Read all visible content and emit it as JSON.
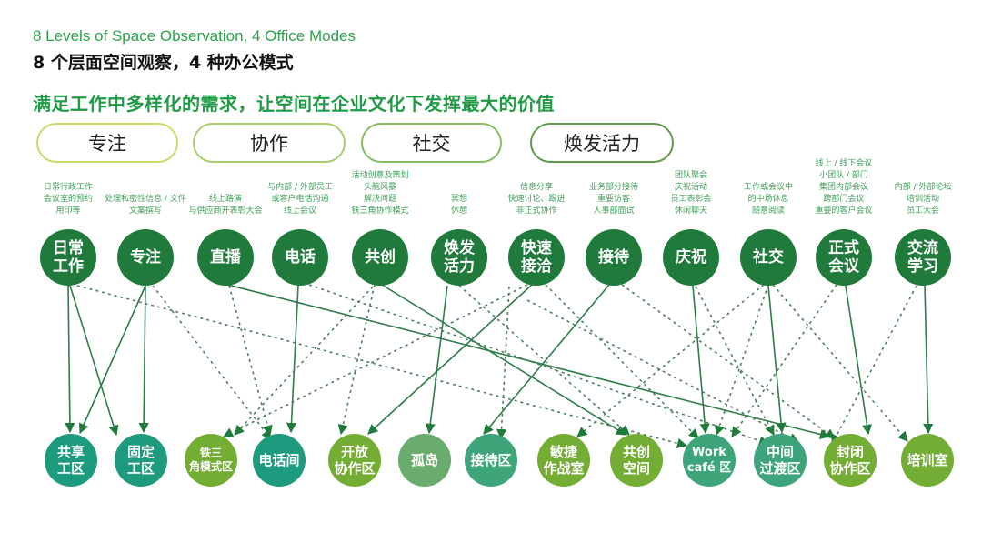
{
  "header": {
    "en_title": "8 Levels of Space Observation, 4 Office Modes",
    "cn_title": "8 个层面空间观察，4 种办公模式",
    "subtitle": "满足工作中多样化的需求，让空间在企业文化下发挥最大的价值"
  },
  "modes": [
    {
      "label": "专注",
      "color": "#c9dc6a"
    },
    {
      "label": "协作",
      "color": "#a9cc6a"
    },
    {
      "label": "社交",
      "color": "#86bc63"
    },
    {
      "label": "焕发活力",
      "color": "#5f9a4e"
    }
  ],
  "activities": [
    {
      "label": "日常\n工作",
      "desc": "日常行政工作\n会议室的预约\n用印等"
    },
    {
      "label": "专注",
      "desc": "处理私密性信息 / 文件\n文案撰写"
    },
    {
      "label": "直播",
      "desc": "线上路演\n与供应商开表彰大会"
    },
    {
      "label": "电话",
      "desc": "与内部 / 外部员工\n或客户电话沟通\n线上会议"
    },
    {
      "label": "共创",
      "desc": "活动创意及策划\n头脑风暴\n解决问题\n铁三角协作模式"
    },
    {
      "label": "焕发\n活力",
      "desc": "冥想\n休憩"
    },
    {
      "label": "快速\n接洽",
      "desc": "信息分享\n快速讨论、跟进\n非正式协作"
    },
    {
      "label": "接待",
      "desc": "业务部分接待\n重要访客\n人事部面试"
    },
    {
      "label": "庆祝",
      "desc": "团队聚会\n庆祝活动\n员工表彰会\n休闲聊天"
    },
    {
      "label": "社交",
      "desc": "工作或会议中\n的中场休息\n随意阅读"
    },
    {
      "label": "正式\n会议",
      "desc": "线上 / 线下会议\n小团队 / 部门\n集团内部会议\n跨部门会议\n重要的客户会议"
    },
    {
      "label": "交流\n学习",
      "desc": "内部 / 外部论坛\n培训活动\n员工大会"
    }
  ],
  "spaces": [
    {
      "label": "共享\n工区",
      "color": "#1e9a7e"
    },
    {
      "label": "固定\n工区",
      "color": "#1e9a7e"
    },
    {
      "label": "铁三\n角模式区",
      "color": "#74ad34"
    },
    {
      "label": "电话间",
      "color": "#1e9a7e"
    },
    {
      "label": "开放\n协作区",
      "color": "#74ad34"
    },
    {
      "label": "孤岛",
      "color": "#6aac6e"
    },
    {
      "label": "接待区",
      "color": "#3ea57a"
    },
    {
      "label": "敏捷\n作战室",
      "color": "#74ad34"
    },
    {
      "label": "共创\n空间",
      "color": "#74ad34"
    },
    {
      "label": "Work\ncafé 区",
      "color": "#3ea57a"
    },
    {
      "label": "中间\n过渡区",
      "color": "#3ea57a"
    },
    {
      "label": "封闭\n协作区",
      "color": "#74ad34"
    },
    {
      "label": "培训室",
      "color": "#74ad34"
    }
  ],
  "colors": {
    "activity_node": "#1f7a3c",
    "line": "#2e7d4a",
    "dashed_line": "#4f7f62"
  }
}
